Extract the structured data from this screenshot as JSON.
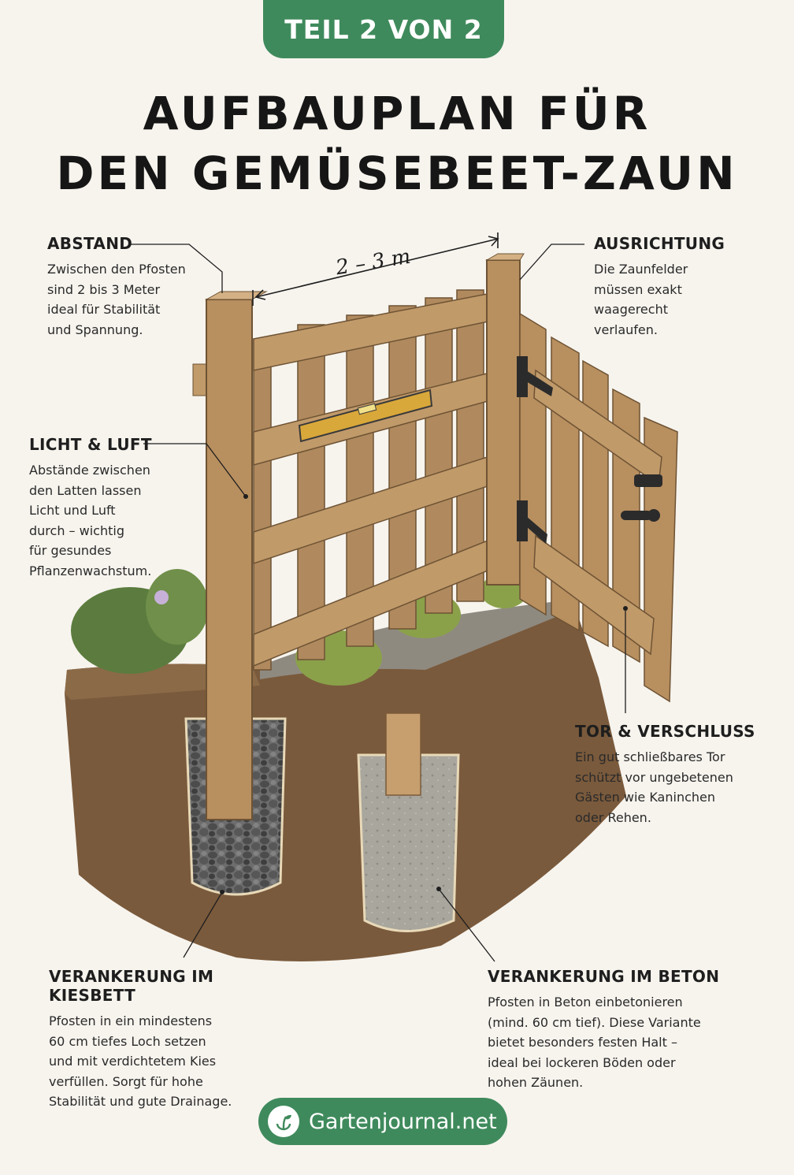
{
  "badge": "TEIL 2 VON 2",
  "title": {
    "line1": "AUFBAUPLAN FÜR",
    "line2": "DEN GEMÜSEBEET-ZAUN"
  },
  "measure": "2 – 3 m",
  "labels": {
    "abstand": {
      "heading": "ABSTAND",
      "text": [
        "Zwischen den Pfosten",
        "sind 2 bis 3 Meter",
        "ideal für Stabilität",
        "und Spannung."
      ]
    },
    "ausrichtung": {
      "heading": "AUSRICHTUNG",
      "text": [
        "Die Zaunfelder",
        "müssen exakt",
        "waagerecht",
        "verlaufen."
      ]
    },
    "licht": {
      "heading": "LICHT & LUFT",
      "text": [
        "Abstände zwischen",
        "den Latten lassen",
        "Licht und Luft",
        "durch – wichtig",
        "für gesundes",
        "Pflanzenwachstum."
      ]
    },
    "tor": {
      "heading": "TOR & VERSCHLUSS",
      "text": [
        "Ein gut schließbares Tor",
        "schützt vor ungebetenen",
        "Gästen wie Kaninchen",
        "oder Rehen."
      ]
    },
    "kies": {
      "heading": "VERANKERUNG IM KIESBETT",
      "text": [
        "Pfosten in ein mindestens",
        "60 cm tiefes Loch setzen",
        "und mit verdichtetem Kies",
        "verfüllen. Sorgt für hohe",
        "Stabilität und gute Drainage."
      ]
    },
    "beton": {
      "heading": "VERANKERUNG IM BETON",
      "text": [
        "Pfosten in Beton einbetonieren",
        "(mind. 60 cm tief). Diese Variante",
        "bietet besonders festen Halt –",
        "ideal bei lockeren Böden oder",
        "hohen Zäunen."
      ]
    }
  },
  "footer": {
    "brand": "Gartenjournal.net",
    "icon": "plant-logo-icon"
  },
  "colors": {
    "accent": "#3f8a5c",
    "wood": "#b08a5e",
    "soil": "#7a5a3c",
    "background": "#f7f4ee"
  }
}
